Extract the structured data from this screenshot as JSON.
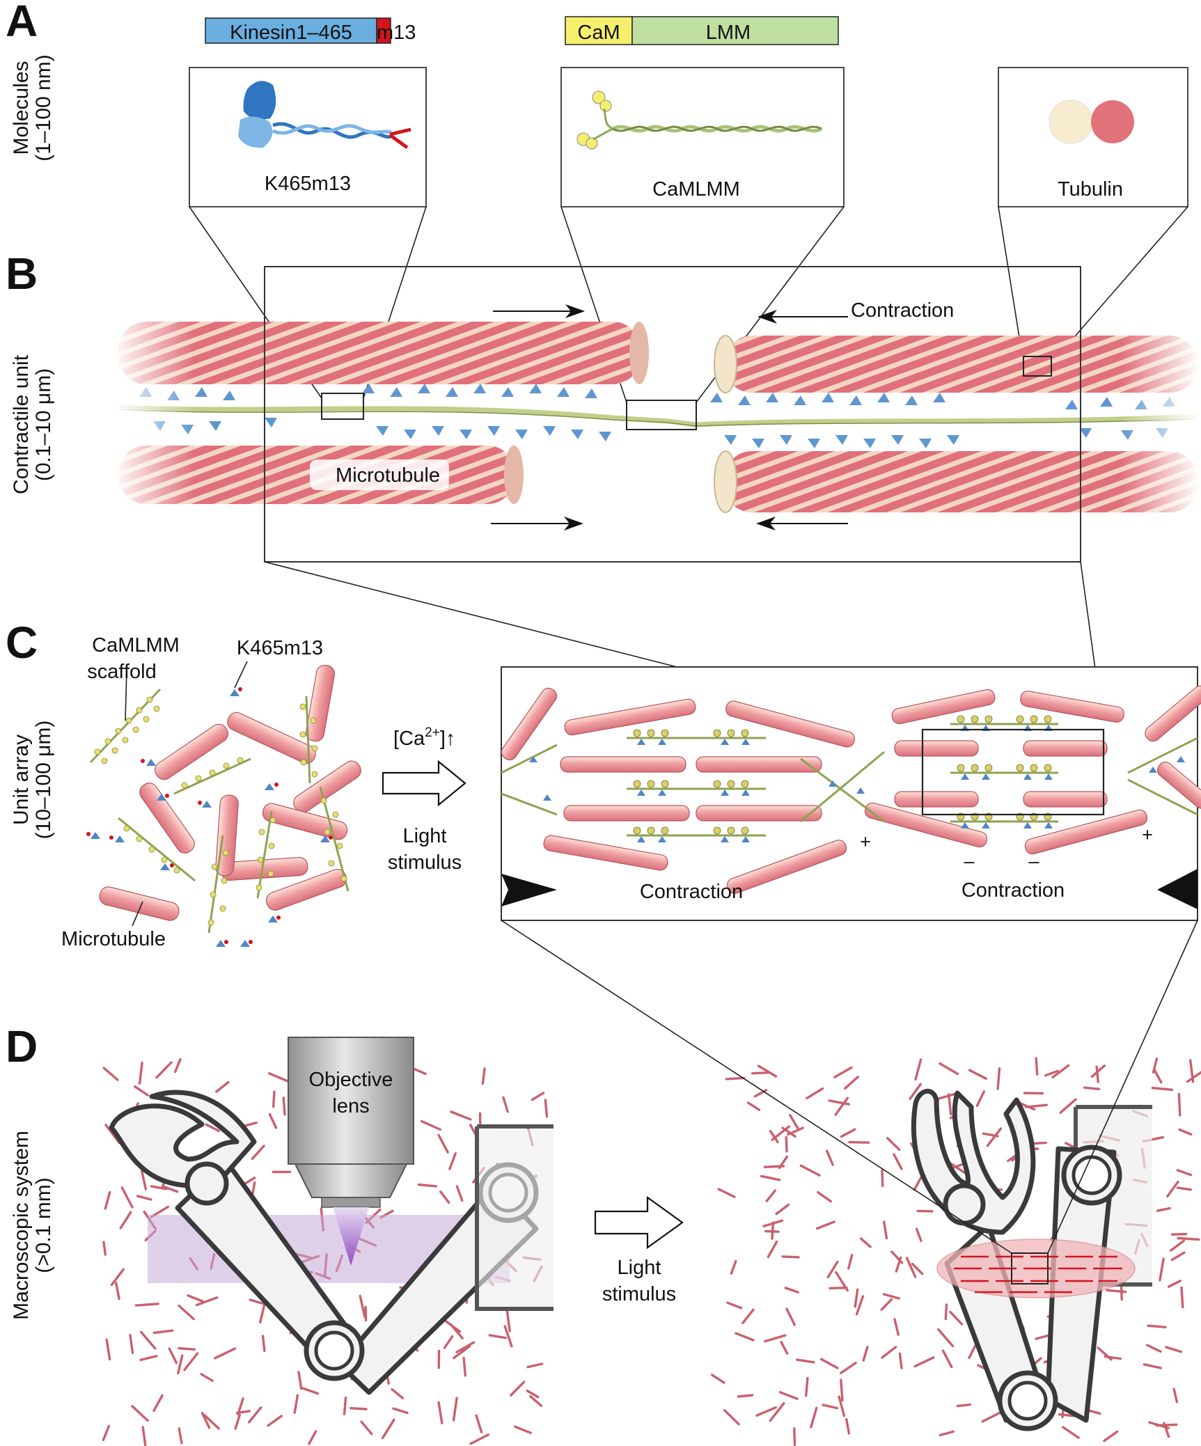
{
  "panels": {
    "a": {
      "letter": "A",
      "scale": [
        "Molecules",
        "(1–100 nm)"
      ]
    },
    "b": {
      "letter": "B",
      "scale": [
        "Contractile unit",
        "(0.1–10 μm)"
      ]
    },
    "c": {
      "letter": "C",
      "scale": [
        "Unit array",
        "(10–100 μm)"
      ]
    },
    "d": {
      "letter": "D",
      "scale": [
        "Macroscopic system",
        "(>0.1 mm)"
      ]
    }
  },
  "constructs": {
    "kinesin_domain": "Kinesin1–465",
    "kinesin_tag": "m13",
    "cam_domain": "CaM",
    "lmm_domain": "LMM"
  },
  "molecules": {
    "k465m13": "K465m13",
    "camlmm": "CaMLMM",
    "tubulin": "Tubulin"
  },
  "contractile_unit": {
    "contraction": "Contraction",
    "microtubule": "Microtubule"
  },
  "unit_array": {
    "scaffold_line1": "CaMLMM",
    "scaffold_line2": "scaffold",
    "motor": "K465m13",
    "microtubule": "Microtubule",
    "calcium_prefix": "[Ca",
    "calcium_sup": "2+",
    "calcium_suffix": "]↑",
    "stimulus_line1": "Light",
    "stimulus_line2": "stimulus",
    "contraction_left": "Contraction",
    "contraction_right": "Contraction",
    "plus": "+",
    "minus": "–"
  },
  "macro": {
    "objective_line1": "Objective",
    "objective_line2": "lens",
    "stimulus_line1": "Light",
    "stimulus_line2": "stimulus"
  },
  "colors": {
    "kinesin": "#6aaee0",
    "m13_tag": "#d4141e",
    "cam": "#f6ef6e",
    "lmm": "#bfe0a0",
    "tubulin_alpha": "#f8ecd0",
    "tubulin_beta": "#e2727a",
    "microtubule_rod": "#e98a8f",
    "motor_blue": "#4f86c6",
    "scaffold_green": "#c2cf8a",
    "light_purple": "#c5a9d9",
    "contraction_zone": "#f1b6b9"
  }
}
